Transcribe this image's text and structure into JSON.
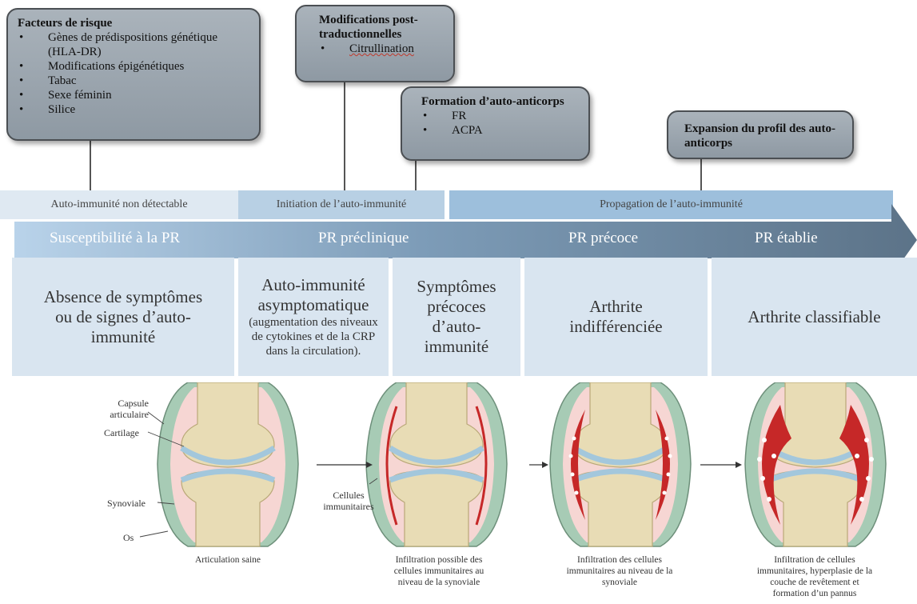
{
  "callouts": {
    "risk": {
      "title": "Facteurs de risque",
      "items": [
        "Gènes de prédispositions génétique (HLA-DR)",
        "Modifications épigénétiques",
        "Tabac",
        "Sexe féminin",
        "Silice"
      ]
    },
    "ptm": {
      "title": "Modifications post-traductionnelles",
      "items": [
        "Citrullination"
      ]
    },
    "autoab": {
      "title": "Formation d’auto-anticorps",
      "items": [
        "FR",
        "ACPA"
      ]
    },
    "expansion": {
      "title": "Expansion du profil des auto-anticorps"
    }
  },
  "bands": {
    "b1": "Auto-immunité non détectable",
    "b2": "Initiation de l’auto-immunité",
    "b3": "Propagation de l’auto-immunité"
  },
  "arrow": {
    "s1": "Susceptibilité à la PR",
    "s2": "PR préclinique",
    "s3": "PR précoce",
    "s4": "PR établie"
  },
  "stages": {
    "st1": "Absence de symptômes ou de signes d’auto-immunité",
    "st2_title": "Auto-immunité asymptomatique",
    "st2_sub": "(augmentation des niveaux de cytokines et de la CRP dans la circulation).",
    "st3": "Symptômes précoces d’auto-immunité",
    "st4": "Arthrite indifférenciée",
    "st5": "Arthrite classifiable"
  },
  "anatomy": {
    "capsule": "Capsule articulaire",
    "cartilage": "Cartilage",
    "synoviale": "Synoviale",
    "os": "Os",
    "cellules": "Cellules immunitaires"
  },
  "captions": {
    "c1": "Articulation saine",
    "c2": "Infiltration possible des cellules immunitaires au niveau de la synoviale",
    "c3": "Infiltration des cellules immunitaires au niveau de la synoviale",
    "c4": "Infiltration de cellules immunitaires, hyperplasie de la couche de revêtement et formation d’un pannus"
  },
  "colors": {
    "callout_bg": "#9aa4ad",
    "band_light": "#dfe9f2",
    "band_mid": "#b8d0e4",
    "band_dark": "#9dbfdc",
    "stage_bg": "#d9e5f0",
    "inflammation": "#c62828"
  }
}
